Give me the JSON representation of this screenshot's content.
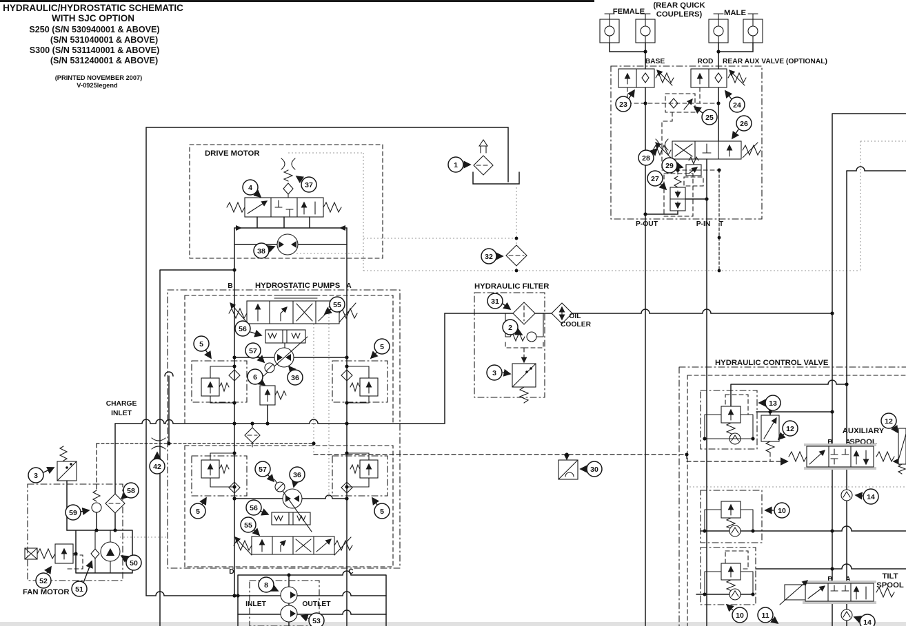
{
  "colors": {
    "line": "#1a1a1a",
    "gray_dotted": "#9a9a9a",
    "background": "#ffffff",
    "casting_gray": "#c9c9c9"
  },
  "title": {
    "line1": "HYDRAULIC/HYDROSTATIC SCHEMATIC",
    "line2": "WITH SJC  OPTION",
    "line3": "S250 (S/N 530940001 & ABOVE)",
    "line4": "(S/N 531040001 & ABOVE)",
    "line5": "S300 (S/N 531140001 & ABOVE)",
    "line6": "(S/N 531240001 & ABOVE)",
    "printed": "(PRINTED NOVEMBER 2007)",
    "doc_code": "V-0925legend"
  },
  "sections": {
    "rear_quick_couplers_1": "(REAR QUICK",
    "rear_quick_couplers_2": "COUPLERS)",
    "rear_aux_valve": "REAR AUX VALVE (OPTIONAL)",
    "drive_motor": "DRIVE MOTOR",
    "hydrostatic_pumps": "HYDROSTATIC PUMPS",
    "hydraulic_filter": "HYDRAULIC FILTER",
    "oil_cooler_1": "OIL",
    "oil_cooler_2": "COOLER",
    "hydraulic_control_valve": "HYDRAULIC CONTROL VALVE",
    "auxiliary_spool_1": "AUXILIARY",
    "auxiliary_spool_2": "SPOOL",
    "tilt_spool_1": "TILT",
    "tilt_spool_2": "SPOOL",
    "fan_motor": "FAN MOTOR",
    "charge_inlet_1": "CHARGE",
    "charge_inlet_2": "INLET"
  },
  "ports": {
    "female": "FEMALE",
    "male": "MALE",
    "base": "BASE",
    "rod": "ROD",
    "p_out": "P-OUT",
    "p_in": "P-IN",
    "t": "T",
    "b": "B",
    "a": "A",
    "d": "D",
    "c": "C",
    "inlet": "INLET",
    "outlet": "OUTLET"
  },
  "callouts": {
    "1": "1",
    "2": "2",
    "3": "3",
    "4": "4",
    "5": "5",
    "6": "6",
    "8": "8",
    "10": "10",
    "11": "11",
    "12": "12",
    "13": "13",
    "14": "14",
    "23": "23",
    "24": "24",
    "25": "25",
    "26": "26",
    "27": "27",
    "28": "28",
    "29": "29",
    "30": "30",
    "31": "31",
    "32": "32",
    "36": "36",
    "37": "37",
    "38": "38",
    "42": "42",
    "50": "50",
    "51": "51",
    "52": "52",
    "53": "53",
    "55": "55",
    "56": "56",
    "57": "57",
    "58": "58",
    "59": "59"
  }
}
